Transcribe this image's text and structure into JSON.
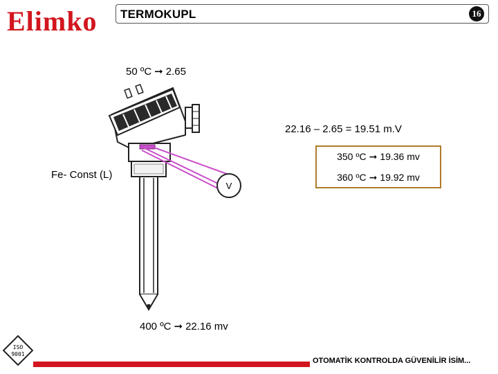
{
  "header": {
    "logo_text": "Elimko",
    "title": "TERMOKUPL",
    "page_number": "16"
  },
  "diagram": {
    "ref_temp_label": "50 ºC",
    "ref_value": "2.65",
    "equation": "22.16 – 2.65 = 19.51 m.V",
    "type_label": "Fe- Const (L)",
    "meter_label": "V",
    "table": [
      {
        "temp": "350 ºC",
        "value": "19.36 mv"
      },
      {
        "temp": "360 ºC",
        "value": "19.92 mv"
      }
    ],
    "tip_temp_label": "400 ºC",
    "tip_value": "22.16 mv"
  },
  "footer": {
    "iso_line1": "ISO",
    "iso_line2": "9001",
    "tagline": "OTOMATİK KONTROLDA GÜVENİLİR İSİM..."
  },
  "colors": {
    "brand_red": "#d2161e",
    "wire": "#c94fc9",
    "box_border": "#b07a28"
  }
}
